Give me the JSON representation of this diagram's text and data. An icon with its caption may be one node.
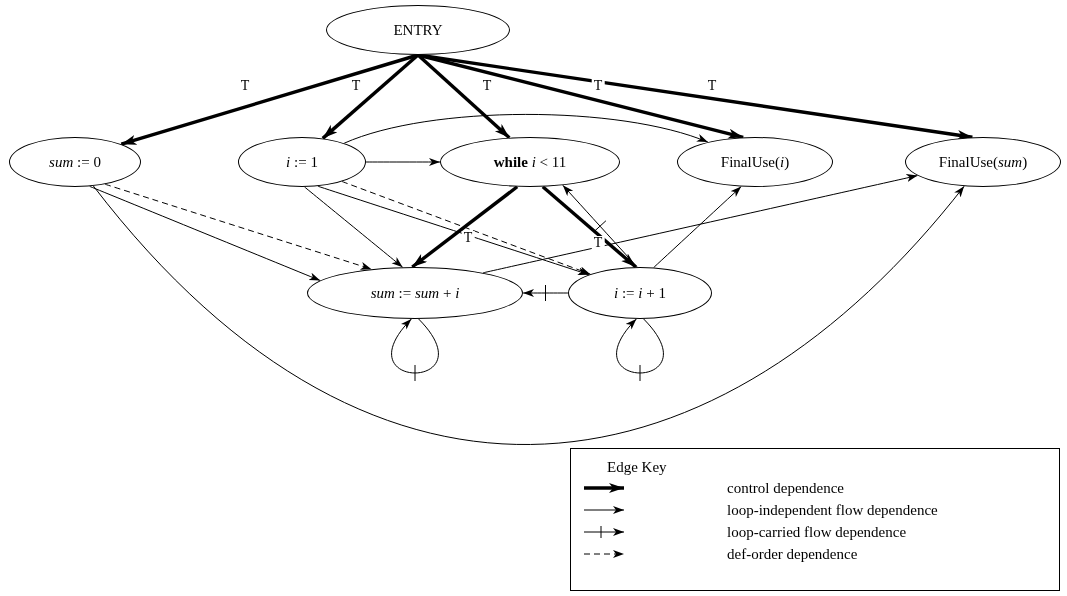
{
  "diagram": {
    "nodes": [
      {
        "text": [
          "ENTRY"
        ]
      },
      {
        "text": [
          "*sum* := 0"
        ]
      },
      {
        "text": [
          "*i* := 1"
        ]
      },
      {
        "text": [
          "**while** *i* < 11"
        ]
      },
      {
        "text": [
          "FinalUse(*i*)"
        ]
      },
      {
        "text": [
          "FinalUse(*sum*)"
        ]
      },
      {
        "text": [
          "*sum* := *sum* + *i*"
        ]
      },
      {
        "text": [
          "*i* := *i* + 1"
        ]
      }
    ],
    "edges": [
      {
        "from": 0,
        "to": 1,
        "arrow": "to",
        "label": "T",
        "style": "thick"
      },
      {
        "from": 0,
        "to": 2,
        "arrow": "to",
        "label": "T",
        "style": "thick"
      },
      {
        "from": 0,
        "to": 3,
        "arrow": "to",
        "label": "T",
        "style": "thick"
      },
      {
        "from": 0,
        "to": 4,
        "arrow": "to",
        "label": "T",
        "style": "thick"
      },
      {
        "from": 0,
        "to": 5,
        "arrow": "to",
        "label": "T",
        "style": "thick"
      },
      {
        "from": 2,
        "to": 3,
        "arrow": "to"
      },
      {
        "from": 2,
        "to": 4,
        "arrow": "to"
      },
      {
        "from": 3,
        "to": 6,
        "arrow": "to",
        "label": "T",
        "style": "thick"
      },
      {
        "from": 3,
        "to": 7,
        "arrow": "to",
        "label": "T",
        "style": "thick"
      },
      {
        "from": 1,
        "to": 6,
        "arrow": "to",
        "style": "dashed"
      },
      {
        "from": 1,
        "to": 6,
        "arrow": "to"
      },
      {
        "from": 1,
        "to": 5,
        "arrow": "to"
      },
      {
        "from": 2,
        "to": 6,
        "arrow": "to"
      },
      {
        "from": 2,
        "to": 7,
        "arrow": "to"
      },
      {
        "from": 2,
        "to": 7,
        "arrow": "to",
        "style": "dashed"
      },
      {
        "from": 6,
        "to": 5,
        "arrow": "to"
      },
      {
        "from": 7,
        "to": 4,
        "arrow": "to"
      },
      {
        "from": 7,
        "to": 3,
        "arrow": "to"
      },
      {
        "from": 7,
        "to": 6,
        "arrow": "to"
      },
      {
        "from": 6,
        "to": 6,
        "arrow": "to"
      },
      {
        "from": 7,
        "to": 7,
        "arrow": "to"
      }
    ],
    "labels": [
      "Edge Key"
    ],
    "legend": [
      {
        "text": "control dependence"
      },
      {
        "text": "loop-independent flow dependence"
      },
      {
        "text": "loop-carried flow dependence"
      },
      {
        "text": "def-order dependence"
      }
    ]
  }
}
